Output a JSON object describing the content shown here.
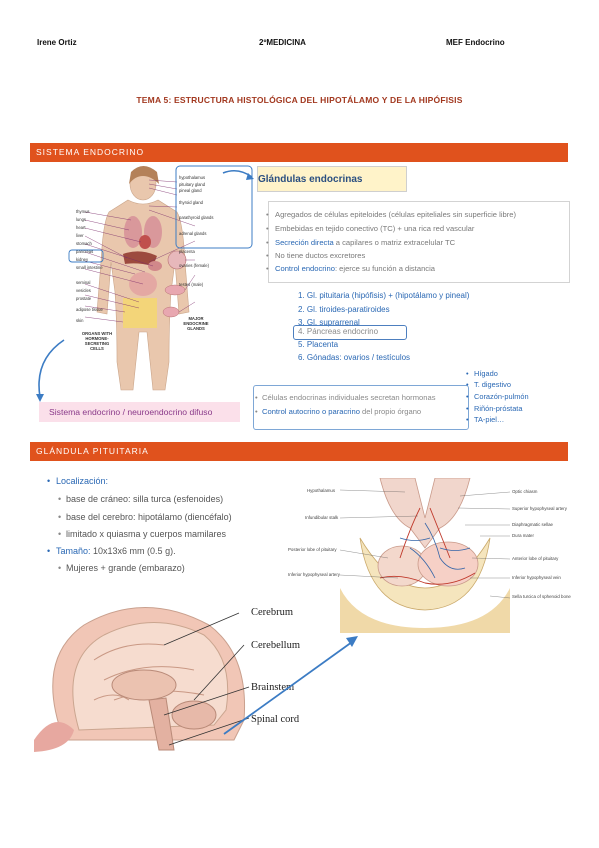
{
  "header": {
    "author": "Irene Ortiz",
    "course": "2ºMEDICINA",
    "subject": "MEF Endocrino"
  },
  "title": "TEMA 5: ESTRUCTURA HISTOLÓGICA DEL HIPOTÁLAMO Y DE LA HIPÓFISIS",
  "section1": {
    "bar": "SISTEMA ENDOCRINO",
    "figure_labels_left": [
      "thymus",
      "lungs",
      "heart",
      "liver",
      "stomach",
      "pancreas",
      "kidney",
      "small intestine",
      "seminal vesicles",
      "prostate",
      "adipose tissue",
      "skin"
    ],
    "figure_labels_right": [
      "hypothalamus",
      "pituitary gland",
      "pineal gland",
      "thyroid gland",
      "parathyroid glands",
      "adrenal glands",
      "placenta",
      "ovaries (female)",
      "testes (male)"
    ],
    "figure_caption_left": "ORGANS WITH HORMONE-SECRETING CELLS",
    "figure_caption_right": "MAJOR ENDOCRINE GLANDS",
    "glandulas_heading": "Glándulas endocrinas",
    "features": [
      {
        "pre": "Agregados de células epiteloides (células epiteliales sin superficie libre)",
        "hl": ""
      },
      {
        "pre": "Embebidas en tejido conectivo (TC) + una rica red vascular",
        "hl": ""
      },
      {
        "hl": "Secreción directa",
        "post": " a capilares o matriz extracelular TC"
      },
      {
        "pre": "No tiene ductos excretores",
        "hl": ""
      },
      {
        "hl": "Control endocrino",
        "post": ": ejerce su función a distancia"
      }
    ],
    "glands": [
      "1.  Gl. pituitaria (hipófisis) + (hipotálamo y pineal)",
      "2.  Gl. tiroides-paratiroides",
      "3.  Gl. suprarrenal",
      "4.  Páncreas endocrino",
      "5.  Placenta",
      "6.  Gónadas: ovarios / testículos"
    ],
    "cells": [
      {
        "hl": "",
        "text": "Células endocrinas individuales secretan hormonas"
      },
      {
        "hl": "Control autocrino o paracrino",
        "text": " del propio órgano"
      }
    ],
    "organs": [
      "Hígado",
      "T. digestivo",
      "Corazón-pulmón",
      "Riñón-próstata",
      "TA-piel…"
    ],
    "diffuse_label": "Sistema endocrino / neuroendocrino difuso"
  },
  "section2": {
    "bar": "GLÁNDULA PITUITARIA",
    "localizacion_label": "Localización:",
    "localizacion_items": [
      "base de cráneo: silla turca (esfenoides)",
      "base del cerebro: hipotálamo (diencéfalo)",
      "limitado x quiasma y cuerpos mamilares"
    ],
    "tamano_label": "Tamaño:",
    "tamano_value": " 10x13x6 mm (0.5 g).",
    "tamano_items": [
      "Mujeres + grande (embarazo)"
    ],
    "brain_labels": [
      "Cerebrum",
      "Cerebellum",
      "Brainstem",
      "Spinal cord"
    ],
    "hypo_labels_left": [
      "Hypothalamus",
      "Infundibular stalk",
      "Posterior lobe of pituitary",
      "Inferior hypophyseal artery"
    ],
    "hypo_labels_right": [
      "Optic chiasm",
      "Superior hypophyseal artery",
      "Diaphragmatic sellae",
      "Dura mater",
      "Anterior lobe of pituitary",
      "Inferior hypophyseal vein",
      "Sella turcica of sphenoid bone"
    ]
  },
  "colors": {
    "accent": "#e0521d",
    "title": "#a2381f",
    "blue": "#2a68b4"
  }
}
